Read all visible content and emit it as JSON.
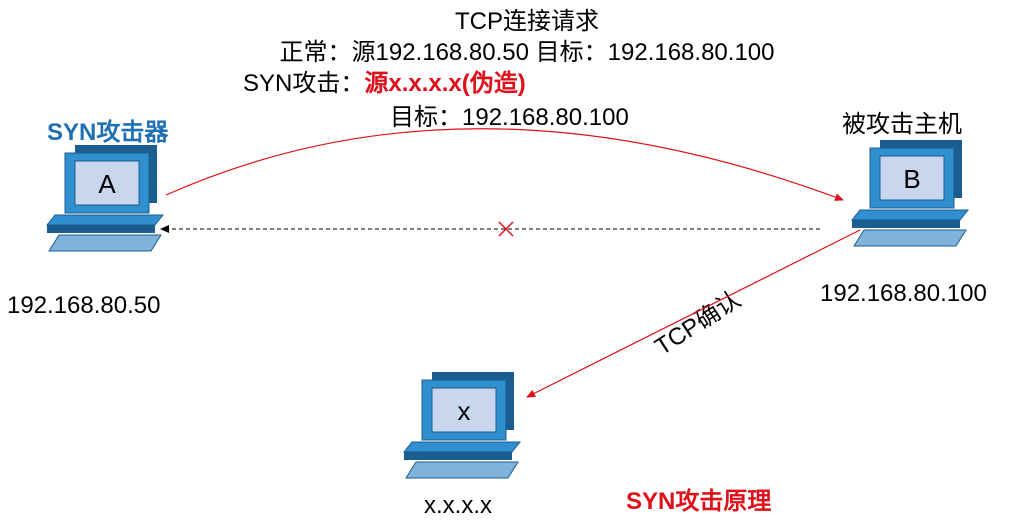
{
  "header": {
    "line1": "TCP连接请求",
    "line2": "正常：源192.168.80.50 目标：192.168.80.100",
    "line3_prefix": "SYN攻击：",
    "line3_forged": "源x.x.x.x(伪造)",
    "line4": "目标：192.168.80.100"
  },
  "attacker": {
    "title": "SYN攻击器",
    "screen_letter": "A",
    "ip": "192.168.80.50"
  },
  "victim": {
    "title": "被攻击主机",
    "screen_letter": "B",
    "ip": "192.168.80.100"
  },
  "spoofed": {
    "screen_letter": "x",
    "ip": "x.x.x.x"
  },
  "ack_label": "TCP确认",
  "caption": "SYN攻击原理",
  "colors": {
    "accent_red": "#e0101a",
    "title_blue": "#1f6fb5",
    "monitor_body": "#2f8fcf",
    "monitor_dark": "#1b5d8e",
    "screen": "#c8d6ee"
  }
}
